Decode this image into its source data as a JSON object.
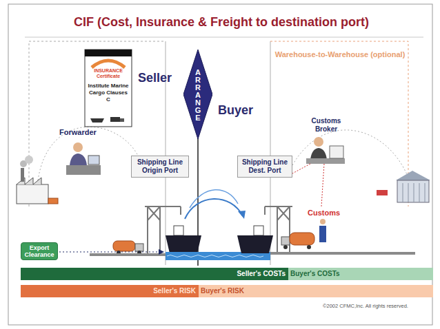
{
  "diagram": {
    "title": "CIF (Cost, Insurance & Freight to destination port)",
    "nodes": [
      {
        "text": [
          "INSURANCE Certificate",
          "Institute Marine Cargo Clauses C"
        ]
      },
      {
        "text": [
          "ARRANGE"
        ]
      },
      {
        "text": [
          "Shipping Line Origin Port"
        ]
      },
      {
        "text": [
          "Shipping Line Dest. Port"
        ]
      },
      {
        "text": [
          "Export Clearance"
        ]
      },
      {
        "text": [
          "Seller's COSTs"
        ]
      },
      {
        "text": [
          "Buyer's COSTs"
        ]
      },
      {
        "text": [
          "Seller's RISK"
        ]
      },
      {
        "text": [
          "Buyer's RISK"
        ]
      }
    ],
    "labels": [
      "Seller",
      "Buyer",
      "Warehouse-to-Warehouse (optional)",
      "Forwarder",
      "Customs Broker",
      "Customs",
      "©2002 CFMC,Inc. All rights reserved."
    ]
  }
}
